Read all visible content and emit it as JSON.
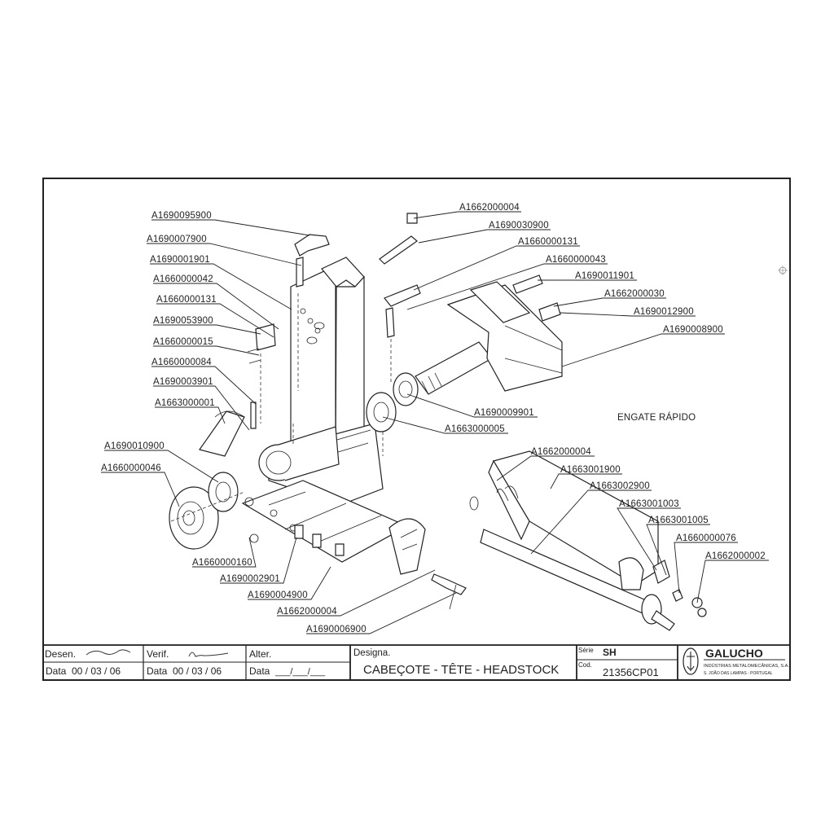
{
  "drawing": {
    "part_labels": [
      "A1690095900",
      "A1690007900",
      "A1690001901",
      "A1660000042",
      "A1660000131",
      "A1690053900",
      "A1660000015",
      "A1660000084",
      "A1690003901",
      "A1663000001",
      "A1690010900",
      "A1660000046",
      "A1660000160",
      "A1690002901",
      "A1690004900",
      "A1662000004",
      "A1690006900",
      "A1662000004",
      "A1690030900",
      "A1660000131",
      "A1660000043",
      "A1690011901",
      "A1662000030",
      "A1690012900",
      "A1690008900",
      "A1690009901",
      "A1663000005",
      "A1662000004",
      "A1663001900",
      "A1663002900",
      "A1663001003",
      "A1663001005",
      "A1660000076",
      "A1662000002"
    ],
    "section_label": "ENGATE RÁPIDO"
  },
  "title_block": {
    "desen_label": "Desen.",
    "verif_label": "Verif.",
    "alter_label": "Alter.",
    "designa_label": "Designa.",
    "data_label": "Data",
    "desen_date": "00 / 03 / 06",
    "verif_date": "00 / 03 / 06",
    "alter_date": "___/___/___",
    "designation": "CABEÇOTE - TÊTE - HEADSTOCK",
    "serie_label": "Série",
    "serie_value": "SH",
    "cod_label": "Cod.",
    "cod_value": "21356CP01",
    "company_name": "GALUCHO",
    "company_line1": "INDÚSTRIAS METALOMECÂNICAS, S.A.",
    "company_line2": "S. JOÃO DAS LAMPAS - PORTUGAL"
  }
}
